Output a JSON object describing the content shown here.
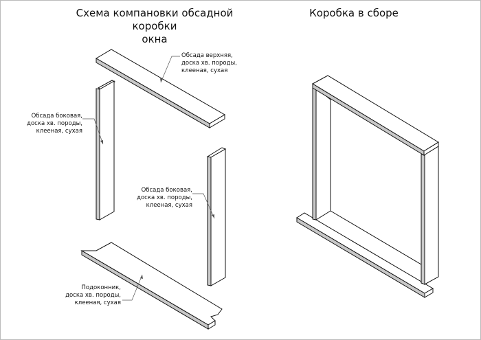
{
  "left_title_line1": "Схема компановки обсадной коробки",
  "left_title_line2": "окна",
  "right_title": "Коробка в сборе",
  "labels": {
    "top": [
      "Обсада верхняя,",
      "доска хв. породы,",
      "клееная, сухая"
    ],
    "left_side": [
      "Обсада боковая,",
      "доска хв. породы,",
      "клееная, сухая"
    ],
    "right_side": [
      "Обсада боковая,",
      "доска хв. породы,",
      "клееная, сухая"
    ],
    "sill": [
      "Подоконник,",
      "доска хв. породы,",
      "клееная, сухая"
    ]
  }
}
